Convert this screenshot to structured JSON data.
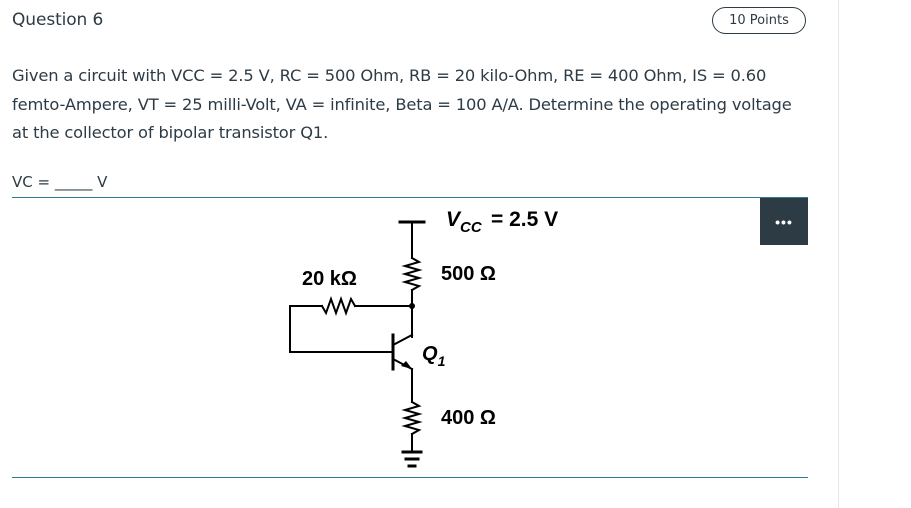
{
  "question": {
    "title": "Question 6",
    "points": "10 Points",
    "text": "Given a circuit with VCC = 2.5 V, RC = 500 Ohm, RB = 20 kilo-Ohm, RE = 400 Ohm, IS = 0.60 femto-Ampere, VT = 25 milli-Volt, VA = infinite, Beta = 100 A/A. Determine the operating voltage at the collector of bipolar transistor Q1.",
    "answer_prompt": "VC = _____ V"
  },
  "more_button": {
    "icon": "more-dots-icon",
    "label": "•••"
  },
  "circuit": {
    "vcc_label_main": "V",
    "vcc_label_sub": "CC",
    "vcc_value": "= 2.5 V",
    "rb_label": "20 kΩ",
    "rc_label": "500 Ω",
    "transistor_label": "Q",
    "transistor_sub": "1",
    "re_label": "400 Ω"
  }
}
